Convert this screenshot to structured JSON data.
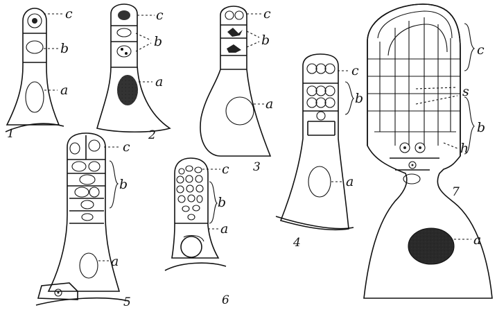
{
  "labels": {
    "a": "a",
    "b": "b",
    "c": "c",
    "s": "s",
    "h": "h"
  },
  "figures": [
    {
      "number": "1"
    },
    {
      "number": "2"
    },
    {
      "number": "3"
    },
    {
      "number": "4"
    },
    {
      "number": "5"
    },
    {
      "number": "6"
    },
    {
      "number": "7"
    }
  ]
}
